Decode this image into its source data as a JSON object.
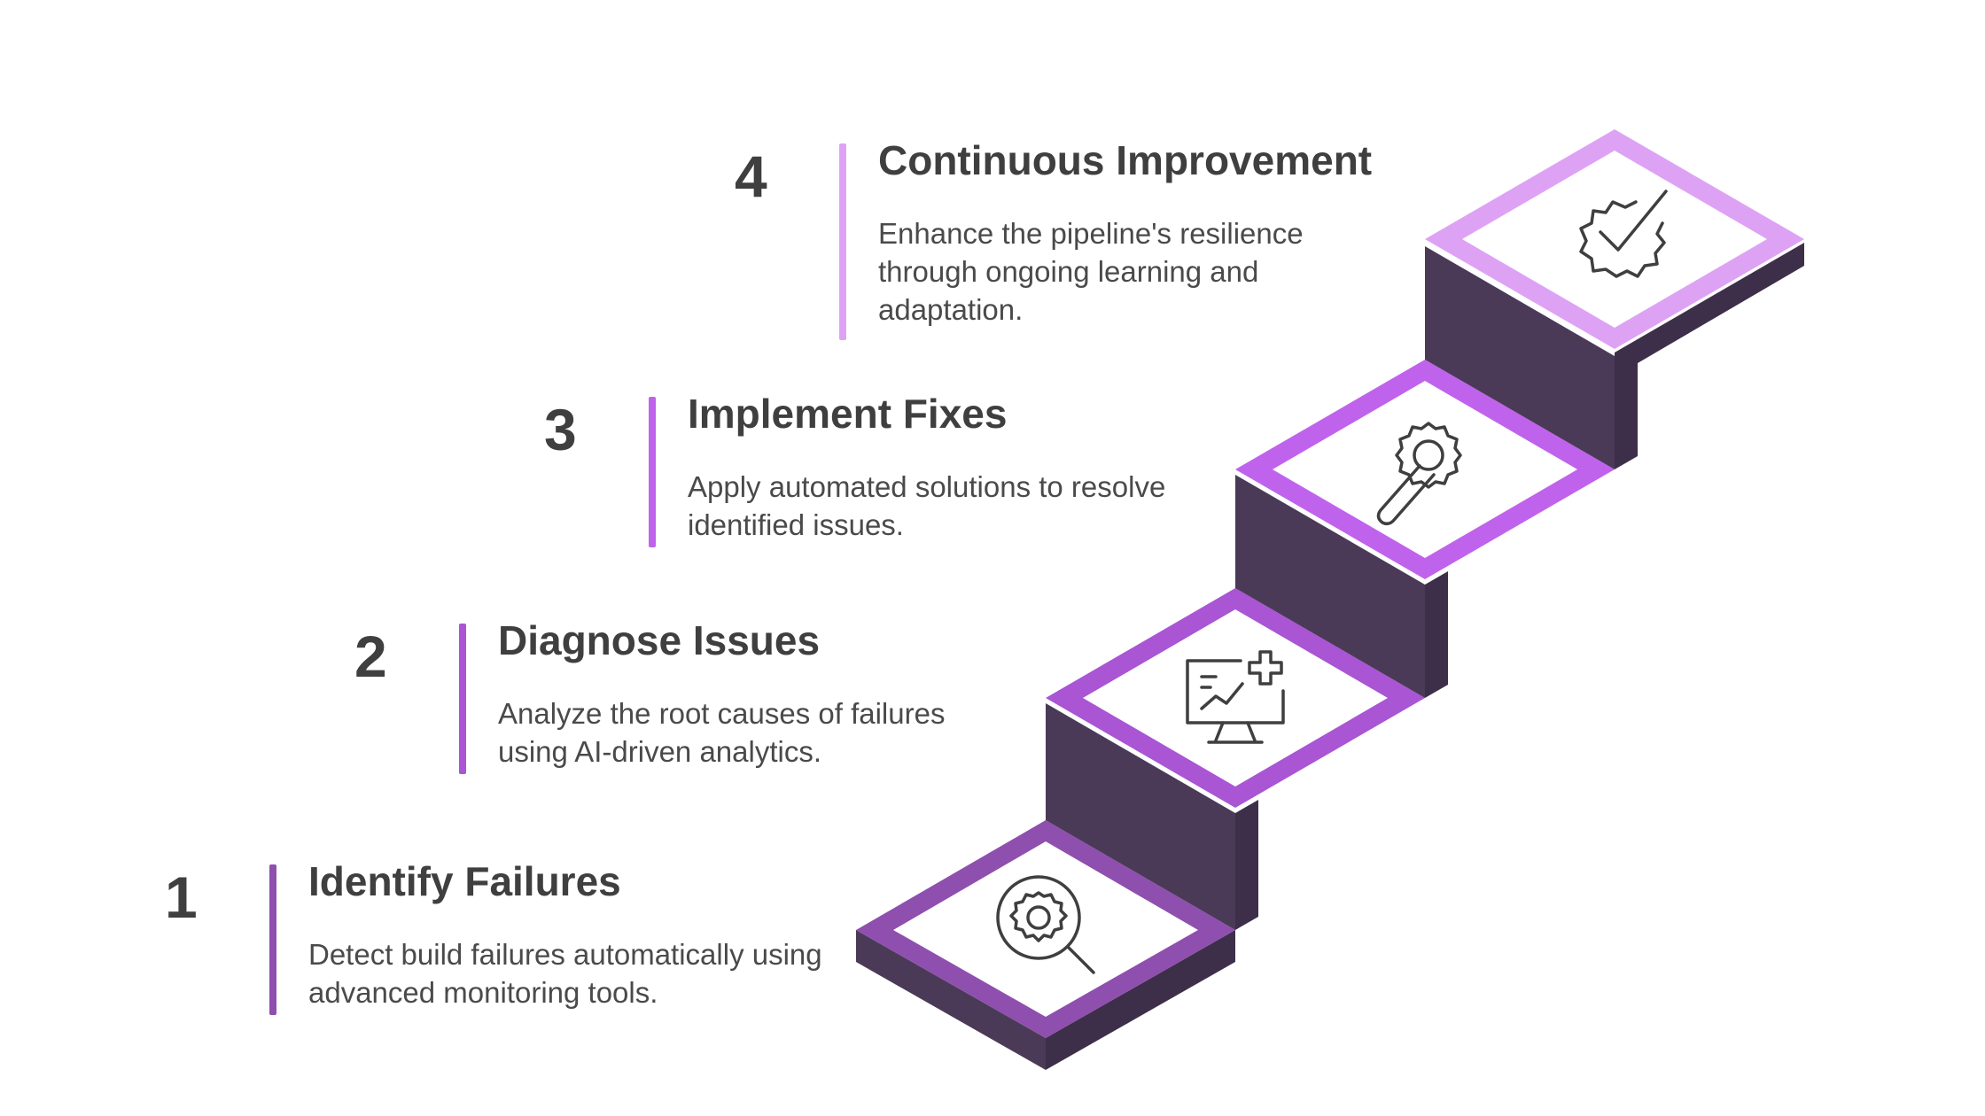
{
  "steps": [
    {
      "number": "1",
      "title": "Identify Failures",
      "description": "Detect build failures automatically using advanced monitoring tools.",
      "icon": "gear-magnifier-icon",
      "accent": "#8f4fae",
      "tile_fill": "#8f4fae"
    },
    {
      "number": "2",
      "title": "Diagnose Issues",
      "description": "Analyze the root causes of failures using AI-driven analytics.",
      "icon": "monitor-chart-plus-icon",
      "accent": "#a955d4",
      "tile_fill": "#a955d4"
    },
    {
      "number": "3",
      "title": "Implement Fixes",
      "description": "Apply automated solutions to resolve identified issues.",
      "icon": "gear-wrench-icon",
      "accent": "#c063ec",
      "tile_fill": "#c063ec"
    },
    {
      "number": "4",
      "title": "Continuous Improvement",
      "description": "Enhance the pipeline's resilience through ongoing learning and adaptation.",
      "icon": "gear-check-icon",
      "accent": "#dea2f5",
      "tile_fill": "#dea2f5"
    }
  ],
  "colors": {
    "riser": "#4a3a57",
    "riser_dark": "#3d2f49",
    "text_dark": "#3f3f3f",
    "icon_stroke": "#3f3f3f"
  }
}
